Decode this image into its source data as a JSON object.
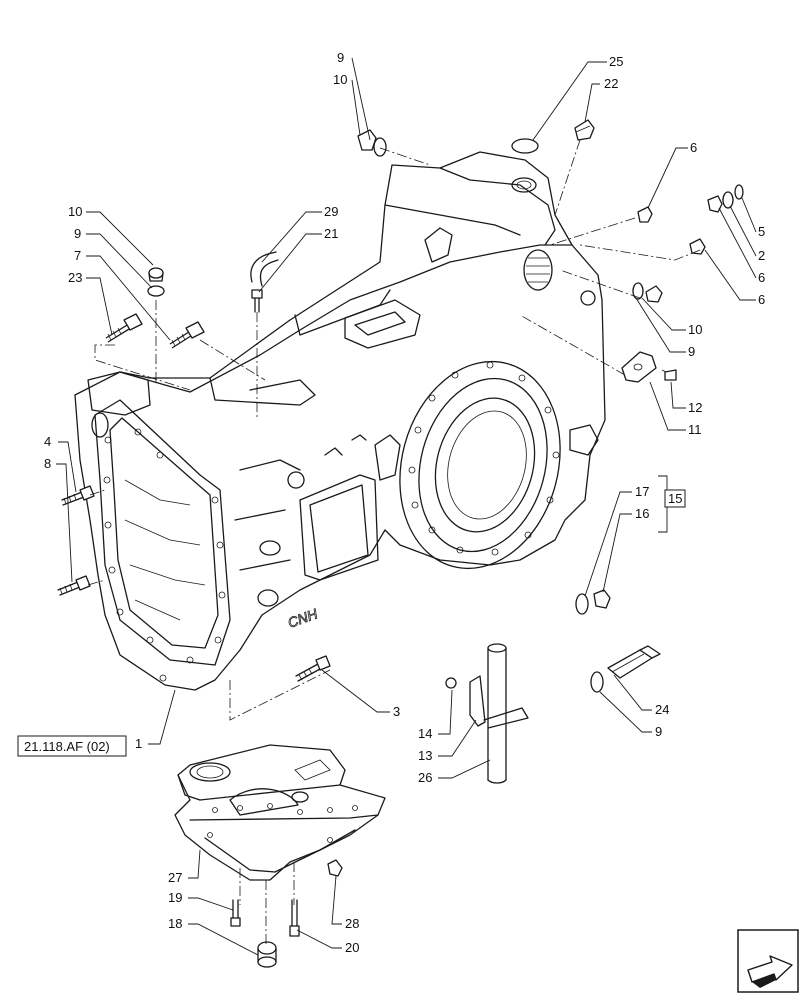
{
  "callouts": {
    "c9a": "9",
    "c10a": "10",
    "c25": "25",
    "c22": "22",
    "c10b": "10",
    "c9b": "9",
    "c7": "7",
    "c23": "23",
    "c29": "29",
    "c21": "21",
    "c6a": "6",
    "c5": "5",
    "c2": "2",
    "c6b": "6",
    "c6c": "6",
    "c10c": "10",
    "c9c": "9",
    "c12": "12",
    "c11": "11",
    "c4": "4",
    "c8": "8",
    "c17": "17",
    "c16": "16",
    "c15": "15",
    "c3": "3",
    "c1": "1",
    "c14": "14",
    "c13": "13",
    "c26": "26",
    "c24": "24",
    "c9d": "9",
    "c27": "27",
    "c19": "19",
    "c18": "18",
    "c28": "28",
    "c20": "20"
  },
  "reference": "21.118.AF (02)",
  "icons": {
    "nav": "arrow-navigation-icon"
  }
}
